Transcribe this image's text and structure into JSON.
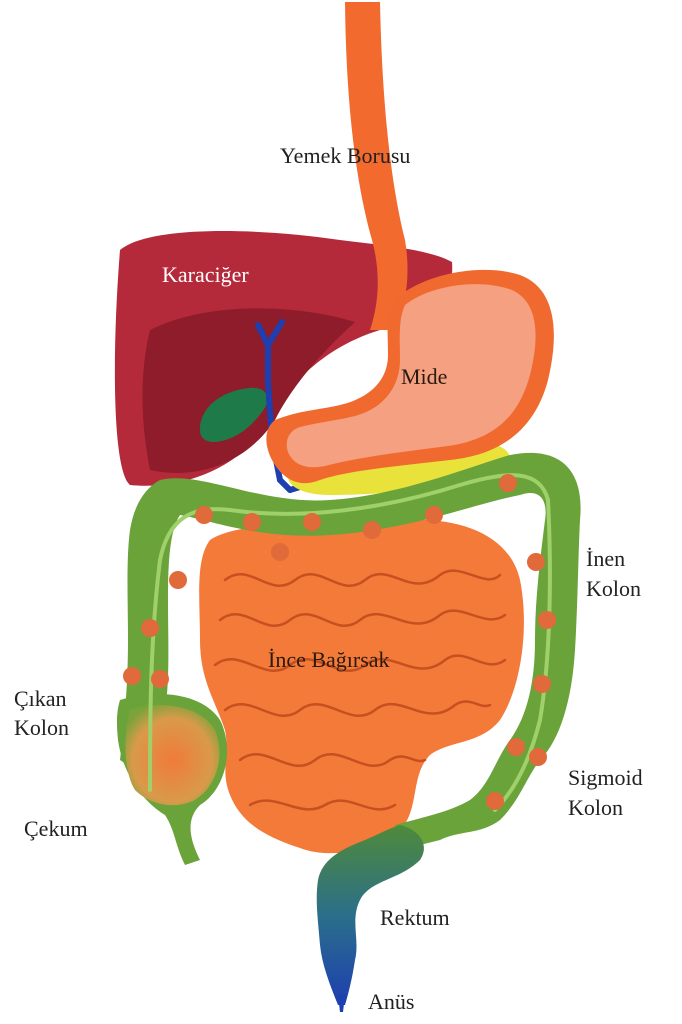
{
  "labels": {
    "esophagus": "Yemek Borusu",
    "liver": "Karaciğer",
    "stomach": "Mide",
    "descending_colon_1": "İnen",
    "descending_colon_2": "Kolon",
    "small_intestine": "İnce Bağırsak",
    "ascending_colon_1": "Çıkan",
    "ascending_colon_2": "Kolon",
    "sigmoid_colon_1": "Sigmoid",
    "sigmoid_colon_2": "Kolon",
    "cecum": "Çekum",
    "rectum": "Rektum",
    "anus": "Anüs"
  },
  "colors": {
    "esophagus": "#f26a2e",
    "liver": "#b52a3a",
    "liver_shadow": "#8e1c2a",
    "gallbladder": "#1f7a4a",
    "bile_duct": "#1d3fb0",
    "stomach_fill": "#f5a080",
    "stomach_wall": "#f06a30",
    "pancreas": "#e8e23a",
    "colon": "#6aa33a",
    "colon_dark": "#4e8a2a",
    "colon_spots": "#e06a3a",
    "small_intestine": "#f47a3a",
    "rectum": "#2b6f8a",
    "anus": "#1d3fb0"
  }
}
